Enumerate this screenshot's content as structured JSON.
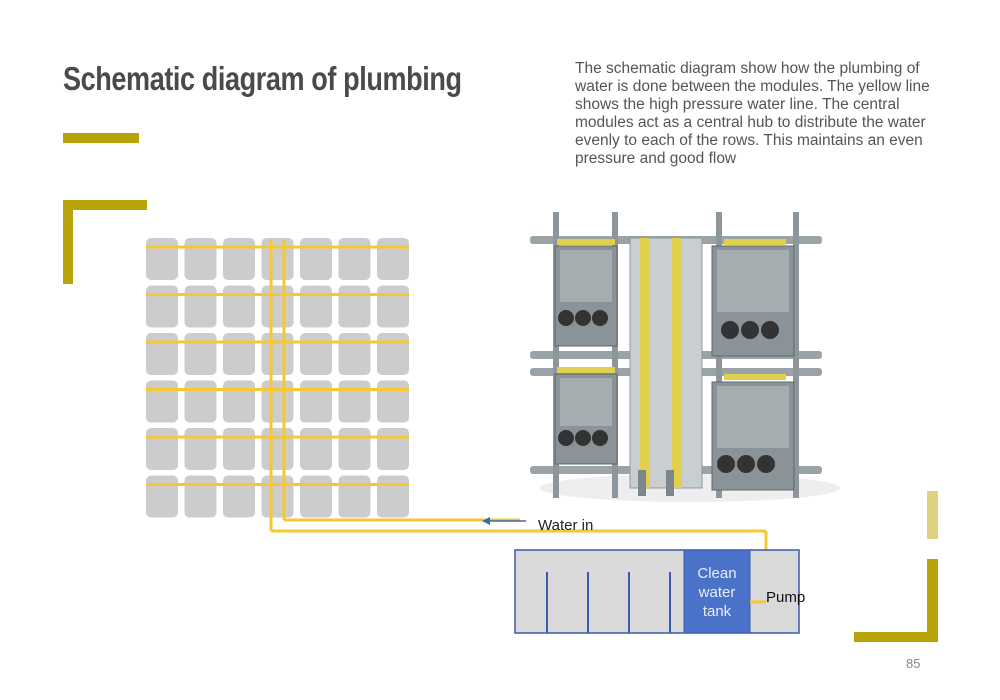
{
  "page": {
    "title": "Schematic diagram of plumbing",
    "description": "The schematic diagram show how the plumbing of water is done between the modules. The yellow line shows the high pressure water line. The central modules act as a central hub to distribute the water evenly to each of the rows. This maintains an even pressure and good flow",
    "page_number": "85"
  },
  "diagram": {
    "labels": {
      "water_in": "Water in",
      "tank": "Clean water tank",
      "pump": "Pump"
    },
    "grid": {
      "rows": 6,
      "columns": 7
    },
    "colors": {
      "accent": "#b8a40a",
      "accent_light": "#ddd27f",
      "pipe": "#f5c832",
      "module": "#cccccc",
      "tank_fill": "#d9d9d9",
      "tank_border": "#3a5bab",
      "clean_tank": "#4a72c8"
    }
  }
}
